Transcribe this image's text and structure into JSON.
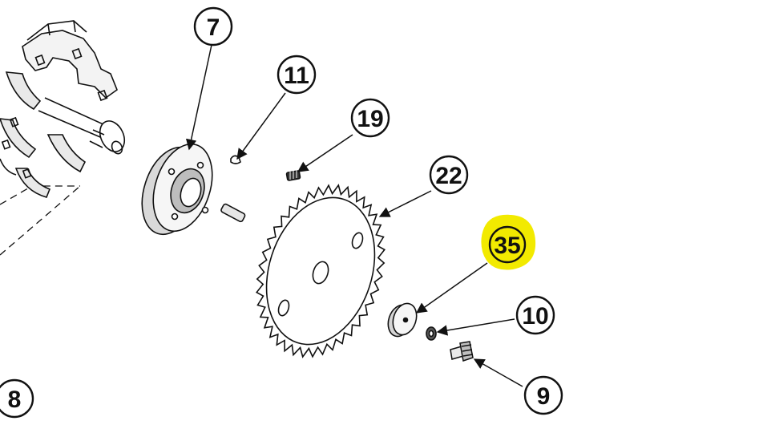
{
  "callouts": [
    {
      "id": "7",
      "label": "7",
      "highlighted": false
    },
    {
      "id": "11",
      "label": "11",
      "highlighted": false
    },
    {
      "id": "19",
      "label": "19",
      "highlighted": false
    },
    {
      "id": "22",
      "label": "22",
      "highlighted": false
    },
    {
      "id": "35",
      "label": "35",
      "highlighted": true
    },
    {
      "id": "10",
      "label": "10",
      "highlighted": false
    },
    {
      "id": "9",
      "label": "9",
      "highlighted": false
    },
    {
      "id": "8",
      "label": "8",
      "highlighted": false
    }
  ],
  "colors": {
    "line": "#111111",
    "highlight": "#f2ea00",
    "background": "#ffffff"
  }
}
